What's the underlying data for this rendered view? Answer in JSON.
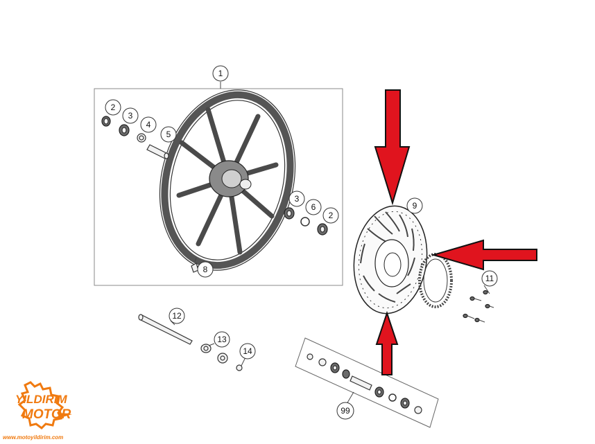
{
  "callouts": [
    "1",
    "2",
    "3",
    "4",
    "5",
    "3",
    "6",
    "2",
    "8",
    "9",
    "11",
    "12",
    "13",
    "14",
    "99"
  ],
  "logo": {
    "line1": "YILDIRIM",
    "line2": "MOTOR",
    "url": "www.motoyildirim.com"
  },
  "colors": {
    "arrow": "#e0141e",
    "logo": "#f07a10",
    "frame": "#8a8a8a"
  }
}
